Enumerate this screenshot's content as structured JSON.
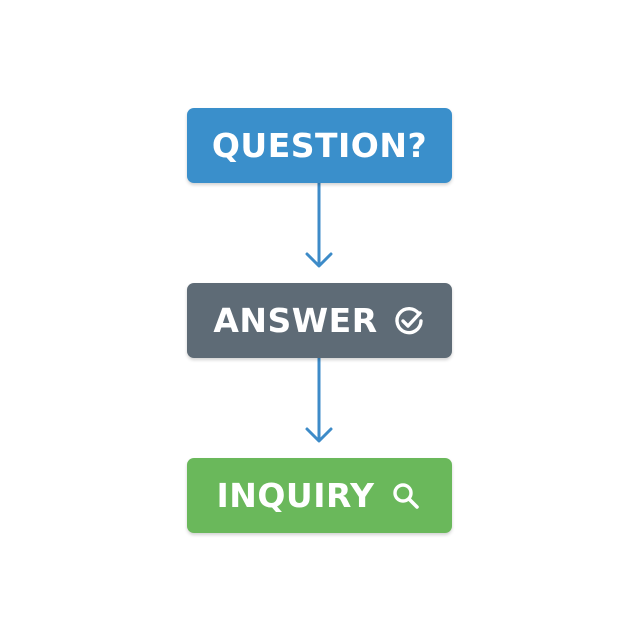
{
  "nodes": [
    {
      "label": "QUESTION?",
      "color": "#3a8fcb",
      "icon": ""
    },
    {
      "label": "ANSWER",
      "color": "#5e6b76",
      "icon": "check-circle-icon"
    },
    {
      "label": "INQUIRY",
      "color": "#6ab85b",
      "icon": "magnifier-icon"
    }
  ],
  "connectors": [
    {
      "from": "QUESTION?",
      "to": "ANSWER"
    },
    {
      "from": "ANSWER",
      "to": "INQUIRY"
    }
  ],
  "connector_color": "#3d8bc8"
}
